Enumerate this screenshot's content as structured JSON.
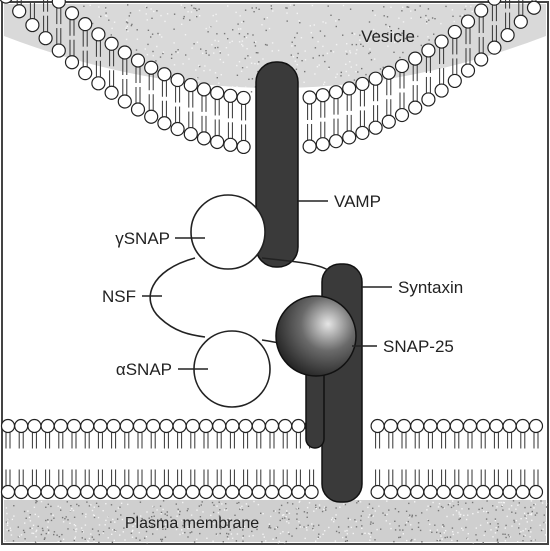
{
  "diagram": {
    "labels": {
      "vesicle": "Vesicle",
      "vamp": "VAMP",
      "gamma_snap": "γSNAP",
      "nsf": "NSF",
      "syntaxin": "Syntaxin",
      "snap25": "SNAP-25",
      "alpha_snap": "αSNAP",
      "plasma_membrane": "Plasma membrane"
    },
    "colors": {
      "ink": "#222222",
      "protein_fill": "#3a3a3a",
      "lipid_head": "#ffffff",
      "speckle": "#9a9a9a",
      "background": "#ffffff"
    }
  }
}
